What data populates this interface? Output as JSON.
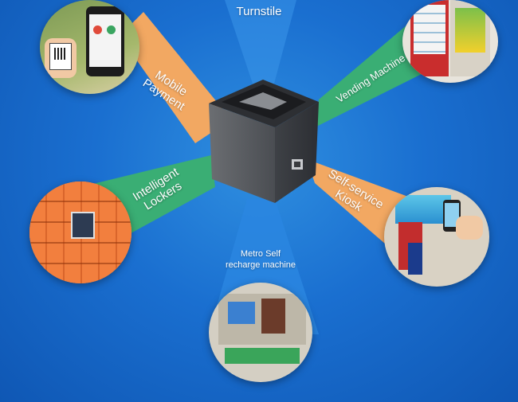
{
  "labels": {
    "turnstile": "Turnstile",
    "mobile_payment": "Mobile\nPayment",
    "vending_machine": "Vending Machine",
    "intelligent_lockers": "Intelligent\nLockers",
    "self_service_kiosk": "Self-service\nKiosk",
    "metro_self_recharge_machine": "Metro Self\nrecharge machine"
  },
  "colors": {
    "background": "#1a6fd0",
    "orange_ray": "#f2a862",
    "green_ray": "#3aae74",
    "blue_ray": "#2a86e0"
  }
}
